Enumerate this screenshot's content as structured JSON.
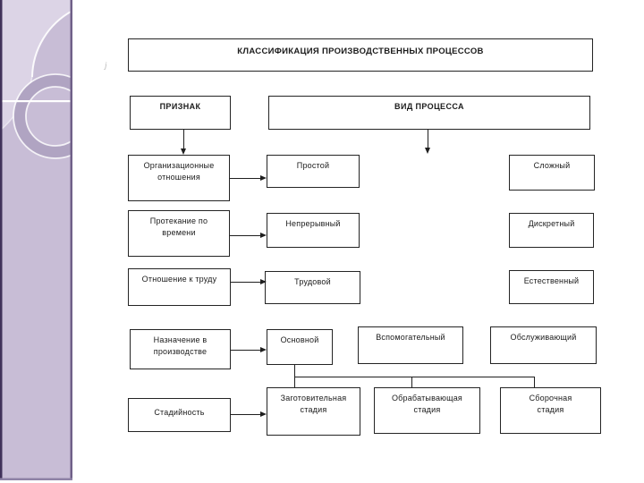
{
  "slide": {
    "background": "#ffffff",
    "stray_mark": "j"
  },
  "sidebar": {
    "strip_color": "#c8bdd6",
    "leaf_color": "#dcd4e6",
    "ring_color": "#b0a4c2",
    "edge_left_color": "#41325a",
    "edge_right_color": "#6f6088",
    "bottom_edge_color": "#8e82a6",
    "divider_color": "#ffffff"
  },
  "diagram": {
    "line_color": "#1f1f1f",
    "title": "КЛАССИФИКАЦИЯ ПРОИЗВОДСТВЕННЫХ ПРОЦЕССОВ",
    "headers": {
      "left": "ПРИЗНАК",
      "right": "ВИД ПРОЦЕССА"
    },
    "rows": [
      {
        "feature": "Организационные отношения",
        "types": [
          "Простой",
          "Сложный"
        ]
      },
      {
        "feature": "Протекание по времени",
        "types": [
          "Непрерывный",
          "Дискретный"
        ]
      },
      {
        "feature": "Отношение к труду",
        "types": [
          "Трудовой",
          "Естественный"
        ]
      },
      {
        "feature": "Назначение в производстве",
        "types": [
          "Основной",
          "Вспомогательный",
          "Обслуживающий"
        ]
      },
      {
        "feature": "Стадийность",
        "types": [
          "Заготовительная стадия",
          "Обрабатывающая стадия",
          "Сборочная стадия"
        ]
      }
    ]
  }
}
